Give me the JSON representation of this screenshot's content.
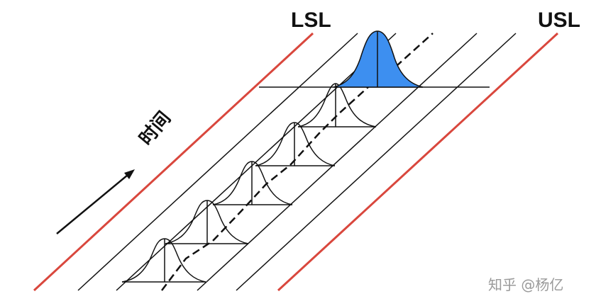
{
  "labels": {
    "lsl": "LSL",
    "usl": "USL",
    "time": "时间"
  },
  "watermark": {
    "text": "知乎 @杨亿"
  },
  "colors": {
    "spec_limit": "#d9473d",
    "lines": "#111111",
    "highlight_fill": "#3d8ff0"
  }
}
